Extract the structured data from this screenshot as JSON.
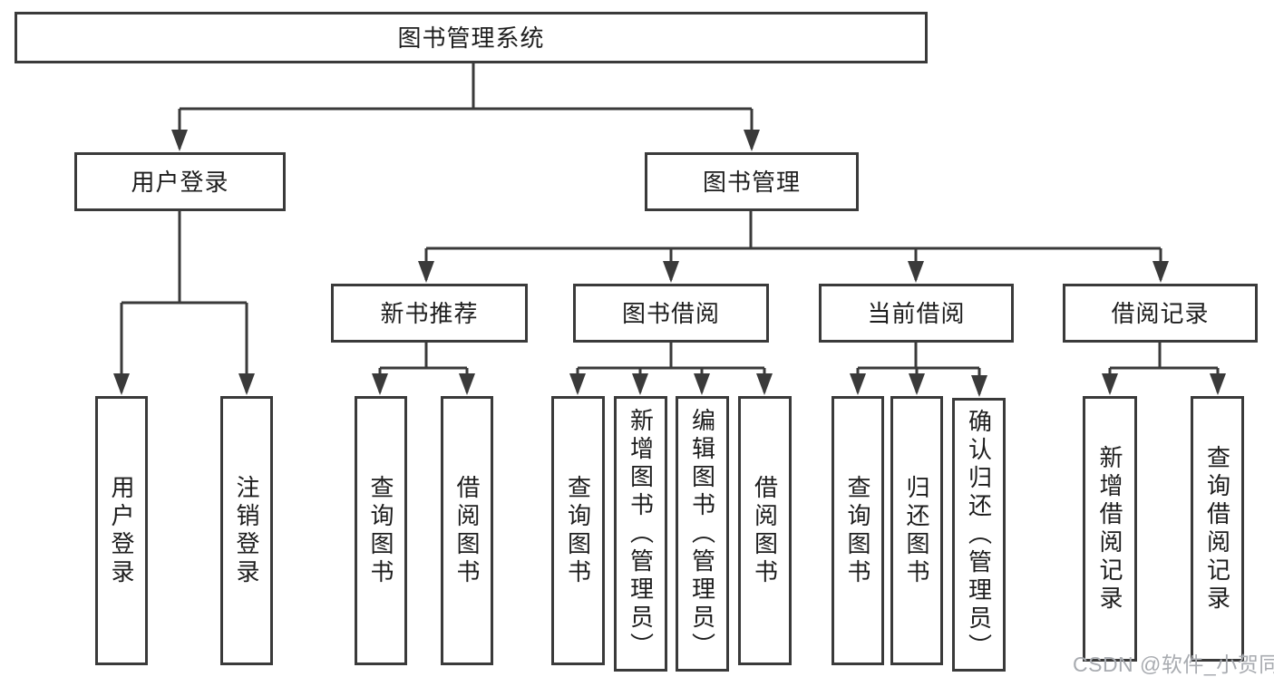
{
  "diagram": {
    "root_label": "图书管理系统",
    "branches": [
      {
        "label": "用户登录",
        "leaves": [
          "用户登录",
          "注销登录"
        ]
      },
      {
        "label": "图书管理",
        "groups": [
          {
            "label": "新书推荐",
            "leaves": [
              "查询图书",
              "借阅图书"
            ]
          },
          {
            "label": "图书借阅",
            "leaves": [
              "查询图书",
              "新增图书（管理员）",
              "编辑图书（管理员）",
              "借阅图书"
            ]
          },
          {
            "label": "当前借阅",
            "leaves": [
              "查询图书",
              "归还图书",
              "确认归还（管理员）"
            ]
          },
          {
            "label": "借阅记录",
            "leaves": [
              "新增借阅记录",
              "查询借阅记录"
            ]
          }
        ]
      }
    ]
  },
  "watermark": "CSDN @软件_小贺同学",
  "colors": {
    "line": "#3a3a3a",
    "text": "#1d1d1d",
    "watermark": "#a8abb0",
    "background": "#ffffff"
  }
}
